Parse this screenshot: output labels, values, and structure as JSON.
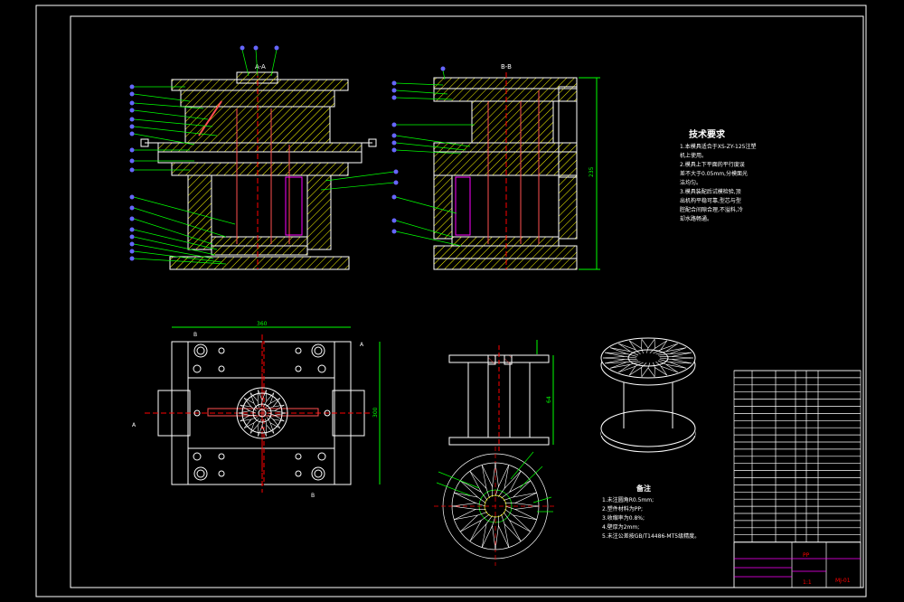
{
  "view_labels": {
    "section_aa": "A-A",
    "section_bb": "B-B",
    "cut_a": "A",
    "cut_b": "B"
  },
  "dimensions": {
    "overall_height": "235",
    "plan_width": "360",
    "plan_height": "300",
    "part_height": "64"
  },
  "technical_requirements": {
    "title": "技术要求",
    "lines": [
      "1.本模具适合于XS-ZY-125注塑",
      "机上使用。",
      "2.模具上下平面的平行度误",
      "差不大于0.05mm,分模面光",
      "洁均匀。",
      "3.模具装配后试模检验,顶",
      "出机构平稳可靠,型芯与型",
      "腔配合间隙合理,不溢料,冷",
      "却水路畅通。"
    ]
  },
  "part_notes": {
    "title": "备注",
    "lines": [
      "1.未注圆角R0.5mm;",
      "2.塑件材料为PP;",
      "3.收缩率为0.8%;",
      "4.壁厚为2mm;",
      "5.未注公差按GB/T14486-MT5级精度。"
    ]
  },
  "title_block": {
    "material": "PP",
    "scale": "1:1",
    "drawing_no": "MJ-01"
  },
  "colors": {
    "outline": "#ffffff",
    "leader": "#00ff00",
    "accent": "#ff0000",
    "hatch": "#ffff00",
    "balloon": "#6666ff",
    "magenta": "#ff00ff",
    "cyan": "#00ffff"
  }
}
